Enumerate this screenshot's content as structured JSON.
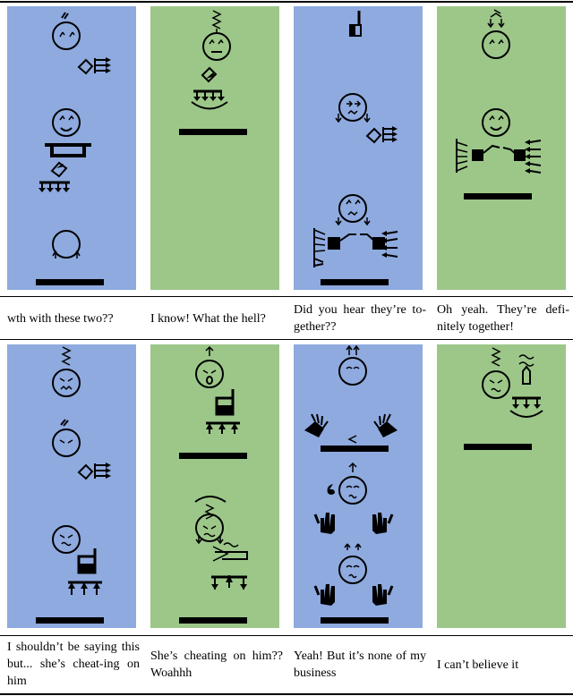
{
  "colors": {
    "blue_panel": "#8eaadf",
    "green_panel": "#9cc789",
    "ink": "#000000"
  },
  "rows": [
    {
      "cells": [
        {
          "panel": "blue",
          "caption": "wth with these two??"
        },
        {
          "panel": "green",
          "caption": "I know! What the hell?"
        },
        {
          "panel": "blue",
          "caption": "Did you hear they’re to-gether??"
        },
        {
          "panel": "green",
          "caption": "Oh yeah. They’re defi-nitely together!"
        }
      ]
    },
    {
      "cells": [
        {
          "panel": "blue",
          "caption": "I shouldn’t be saying this but... she’s cheat-ing on him"
        },
        {
          "panel": "green",
          "caption": "She’s cheating on him?? Woahhh"
        },
        {
          "panel": "blue",
          "caption": "Yeah! But it’s none of my business"
        },
        {
          "panel": "green",
          "caption": "I can’t believe it"
        }
      ]
    }
  ],
  "icons": {
    "r1c1": [
      "face-icon",
      "contact-hand-icon",
      "face-icon",
      "bowl-icon",
      "hand-down-icon",
      "face-icon",
      "floor-line-icon"
    ],
    "r1c2": [
      "face-icon",
      "hand-down-icon",
      "floor-line-icon"
    ],
    "r1c3": [
      "head-marker-icon",
      "face-icon",
      "contact-hand-icon",
      "face-icon",
      "hands-together-icon",
      "floor-line-icon"
    ],
    "r1c4": [
      "face-icon",
      "face-icon",
      "hands-together-icon",
      "floor-line-icon"
    ],
    "r2c1": [
      "face-icon",
      "face-icon",
      "contact-hand-icon",
      "face-icon",
      "hand-up-icon",
      "floor-line-icon"
    ],
    "r2c2": [
      "face-icon",
      "hand-up-icon",
      "floor-line-icon",
      "face-icon",
      "hand-gesture-icon"
    ],
    "r2c3": [
      "face-icon",
      "open-hand-icon",
      "face-icon",
      "open-hand-icon",
      "face-icon",
      "open-hand-icon",
      "floor-line-icon"
    ],
    "r2c4": [
      "face-icon",
      "hand-down-icon",
      "floor-line-icon"
    ]
  }
}
